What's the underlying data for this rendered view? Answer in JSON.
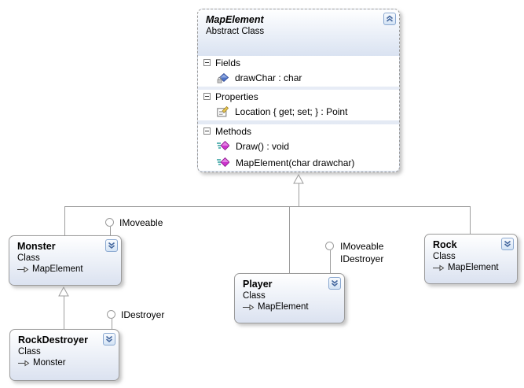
{
  "classes": {
    "map_element": {
      "name": "MapElement",
      "kind": "Abstract Class",
      "compartments": [
        {
          "label": "Fields",
          "members": [
            {
              "icon": "field-private-icon",
              "text": "drawChar : char"
            }
          ]
        },
        {
          "label": "Properties",
          "members": [
            {
              "icon": "property-icon",
              "text": "Location { get; set; } : Point"
            }
          ]
        },
        {
          "label": "Methods",
          "members": [
            {
              "icon": "method-icon",
              "text": "Draw() : void"
            },
            {
              "icon": "method-icon",
              "text": "MapElement(char drawchar)"
            }
          ]
        }
      ]
    },
    "monster": {
      "name": "Monster",
      "kind": "Class",
      "base": "MapElement",
      "interfaces": [
        "IMoveable"
      ]
    },
    "player": {
      "name": "Player",
      "kind": "Class",
      "base": "MapElement",
      "interfaces": [
        "IMoveable",
        "IDestroyer"
      ]
    },
    "rock": {
      "name": "Rock",
      "kind": "Class",
      "base": "MapElement",
      "interfaces": []
    },
    "rock_destroyer": {
      "name": "RockDestroyer",
      "kind": "Class",
      "base": "Monster",
      "interfaces": [
        "IDestroyer"
      ]
    }
  },
  "colors": {
    "accent_blue": "#4472ab",
    "shape_border": "#9b9b9b",
    "shape_gradient_end": "#dbe2f0",
    "connector_gray": "#9d9d9d",
    "method_icon_magenta": "#cc33cc",
    "field_icon_blue": "#4f74c8",
    "property_icon_yellow": "#e8c855"
  }
}
